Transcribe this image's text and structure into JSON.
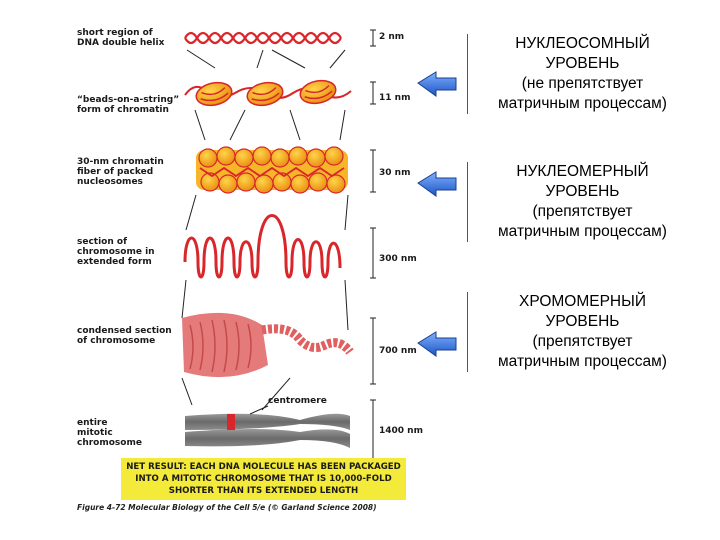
{
  "stages": [
    {
      "label": "short region of\nDNA double helix",
      "scale": "2 nm"
    },
    {
      "label": "“beads-on-a-string”\nform of chromatin",
      "scale": "11 nm"
    },
    {
      "label": "30-nm chromatin\nfiber of packed\nnucleosomes",
      "scale": "30 nm"
    },
    {
      "label": "section of\nchromosome in\nextended form",
      "scale": "300 nm"
    },
    {
      "label": "condensed section\nof chromosome",
      "scale": "700 nm"
    },
    {
      "label": "entire\nmitotic\nchromosome",
      "scale": "1400 nm"
    }
  ],
  "centromere_label": "centromere",
  "net_result": "NET RESULT: EACH DNA MOLECULE HAS BEEN PACKAGED INTO A MITOTIC CHROMOSOME THAT IS 10,000-FOLD SHORTER THAN ITS EXTENDED LENGTH",
  "caption": "Figure 4-72  Molecular Biology of the Cell 5/e (© Garland Science 2008)",
  "levels": [
    {
      "line1": "НУКЛЕОСОМНЫЙ",
      "line2": "УРОВЕНЬ",
      "line3": "(не препятствует",
      "line4": "матричным процессам)"
    },
    {
      "line1": "НУКЛЕОМЕРНЫЙ",
      "line2": "УРОВЕНЬ",
      "line3": "(препятствует",
      "line4": "матричным процессам)"
    },
    {
      "line1": "ХРОМОМЕРНЫЙ",
      "line2": "УРОВЕНЬ",
      "line3": "(препятствует",
      "line4": "матричным процессам)"
    }
  ],
  "colors": {
    "dna": "#d8262a",
    "nucleosome": "#f2a31b",
    "chromosome": "#e57a7a",
    "mitotic": "#7d7d7d",
    "arrow": "#2f6fd6",
    "highlight": "#f4ea3a"
  }
}
